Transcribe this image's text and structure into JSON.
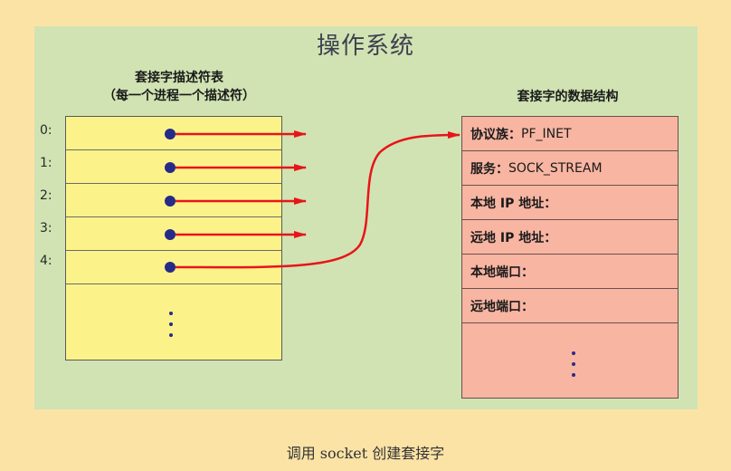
{
  "title": "操作系统",
  "fd_table": {
    "title_line1": "套接字描述符表",
    "title_line2": "（每一个进程一个描述符）",
    "labels": [
      "0:",
      "1:",
      "2:",
      "3:",
      "4:"
    ]
  },
  "socket_struct": {
    "title": "套接字的数据结构",
    "fields": [
      {
        "label": "协议族：",
        "value": "PF_INET"
      },
      {
        "label": "服务：",
        "value": "SOCK_STREAM"
      },
      {
        "label": "本地 IP 地址：",
        "value": ""
      },
      {
        "label": "远地 IP 地址：",
        "value": ""
      },
      {
        "label": "本地端口：",
        "value": ""
      },
      {
        "label": "远地端口：",
        "value": ""
      }
    ]
  },
  "caption": "调用  socket  创建套接字",
  "colors": {
    "background": "#fbe3a6",
    "panel": "#d1e3b3",
    "fd_table_fill": "#fbf38a",
    "socket_table_fill": "#f8b5a2",
    "arrow": "#e8141a",
    "dot": "#262a88"
  }
}
